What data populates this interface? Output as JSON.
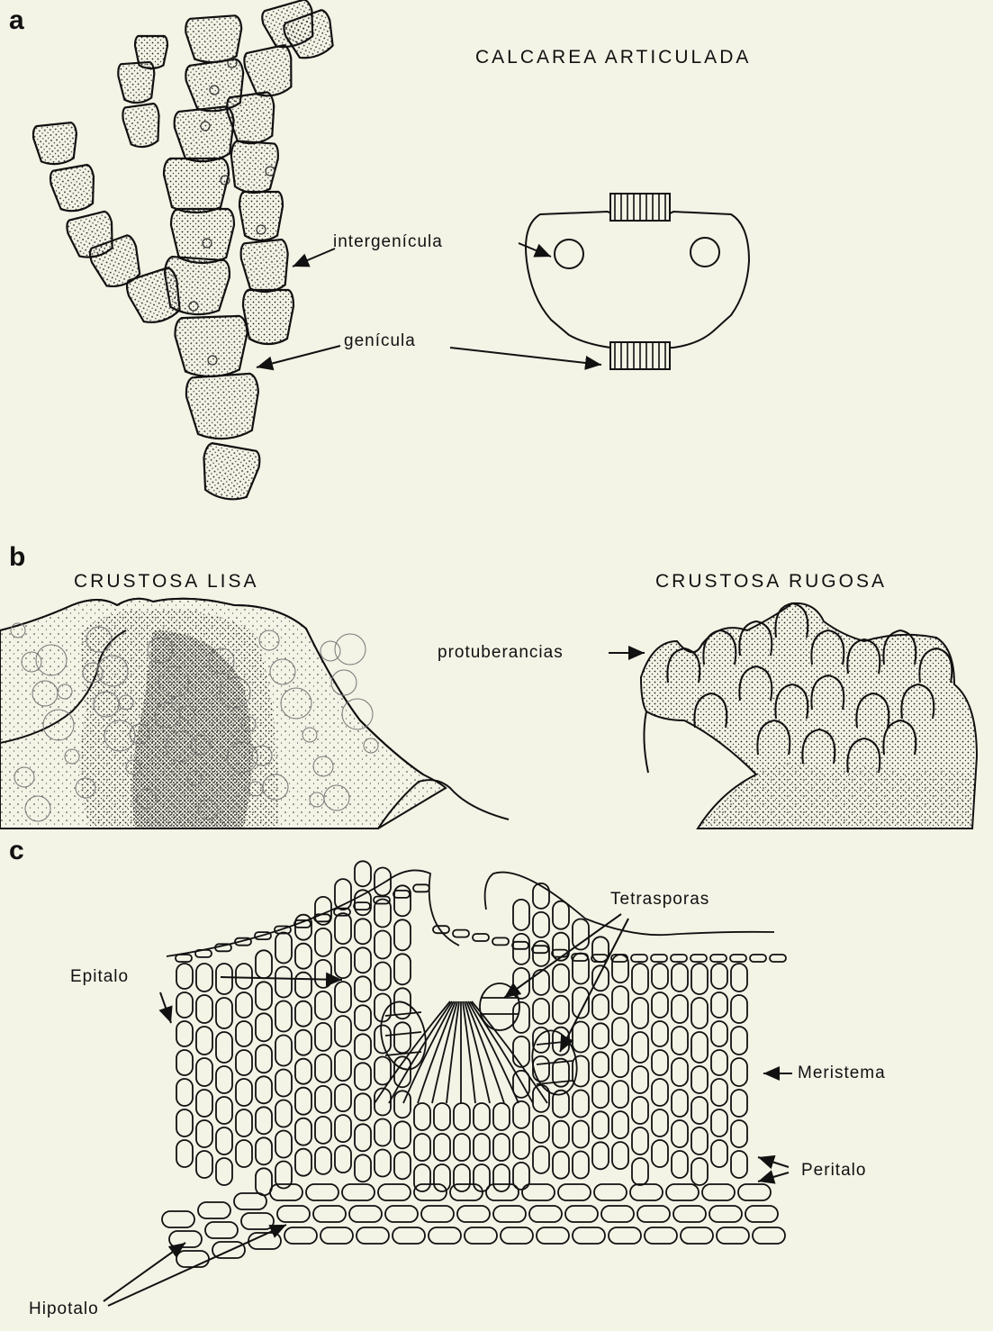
{
  "panels": {
    "a": {
      "letter": "a",
      "title": "CALCAREA ARTICULADA",
      "labels": {
        "intergenicula": "intergenícula",
        "genicula": "genícula"
      }
    },
    "b": {
      "letter": "b",
      "title_left": "CRUSTOSA LISA",
      "title_right": "CRUSTOSA RUGOSA",
      "labels": {
        "protuberancias": "protuberancias"
      }
    },
    "c": {
      "letter": "c",
      "labels": {
        "tetrasporas": "Tetrasporas",
        "epitalo": "Epitalo",
        "meristema": "Meristema",
        "peritalo": "Peritalo",
        "hipotalo": "Hipotalo"
      }
    }
  },
  "colors": {
    "background": "#f3f3e6",
    "ink": "#111111",
    "stipple": "#e2e2d2"
  }
}
